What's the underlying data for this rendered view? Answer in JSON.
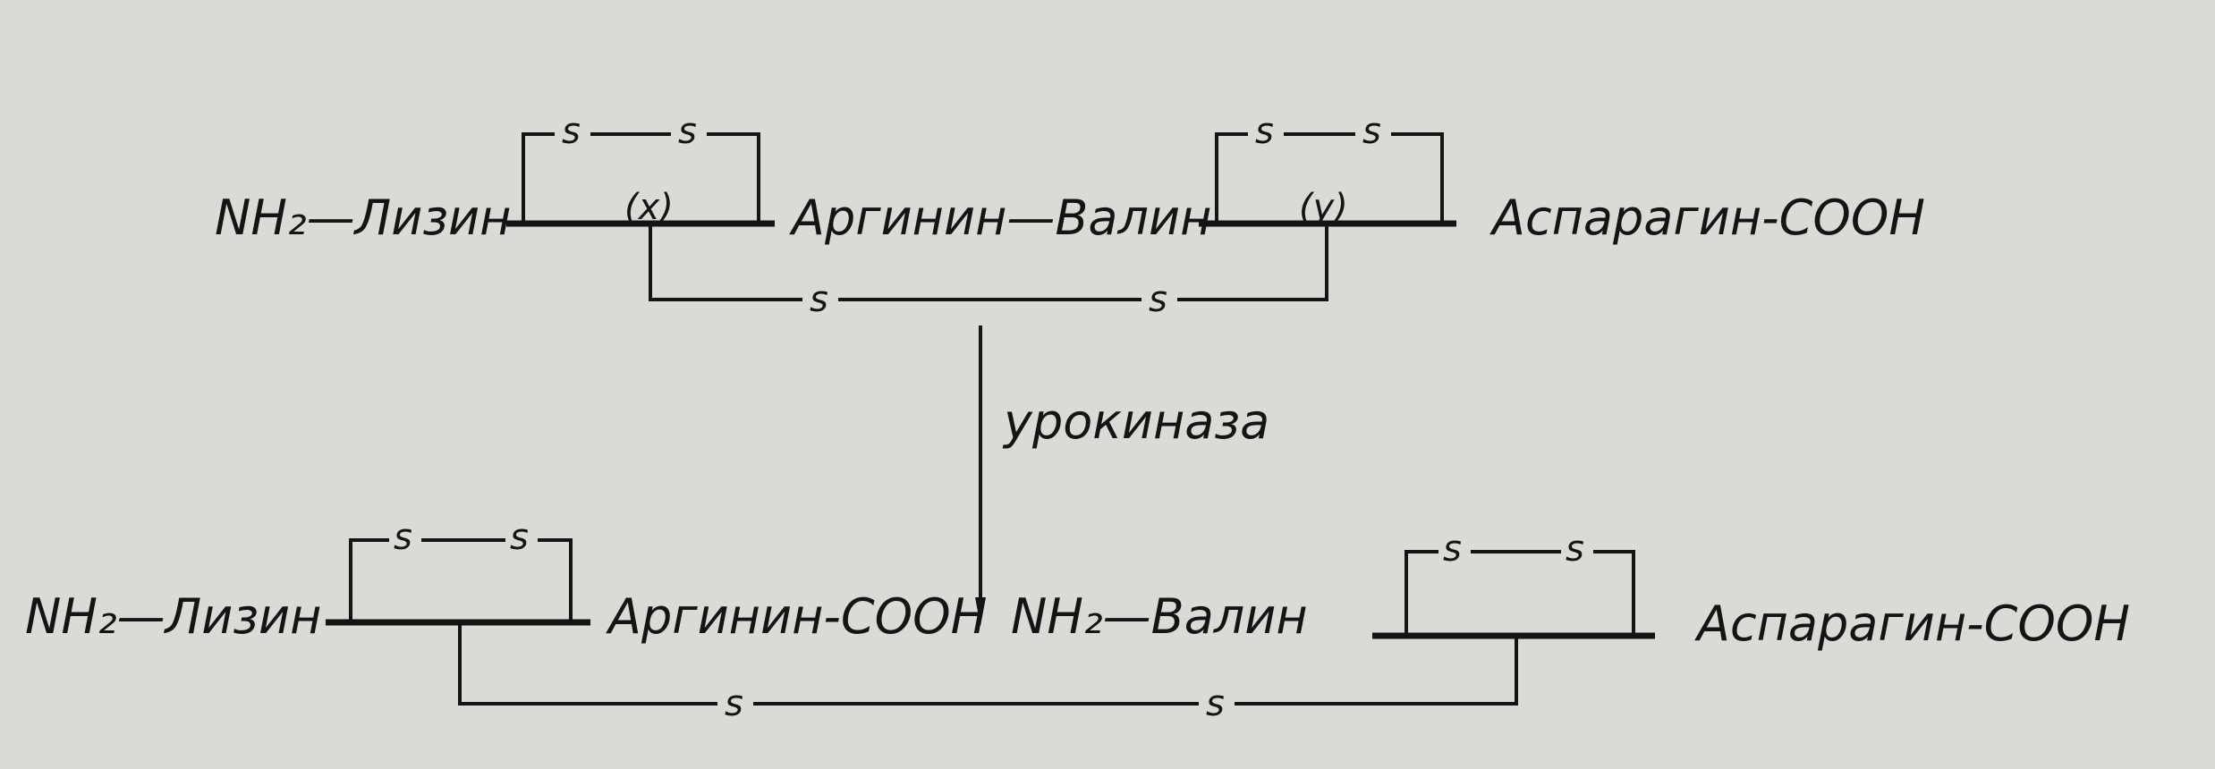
{
  "top_chain": {
    "n_term": "NH₂—Лизин",
    "middle": "Аргинин—Валин",
    "c_term": "Аспарагин-COOH",
    "loop1_s1": "s",
    "loop1_s2": "s",
    "loop1_label": "(x)",
    "loop2_s1": "s",
    "loop2_s2": "s",
    "loop2_label": "(y)",
    "bridge_s1": "s",
    "bridge_s2": "s"
  },
  "arrow": {
    "label": "урокиназа"
  },
  "bottom_chain": {
    "fragment1_n": "NH₂—Лизин",
    "fragment1_c": "Аргинин-COOH",
    "fragment2_n": "NH₂—Валин",
    "fragment2_c": "Аспарагин-COOH",
    "loop1_s1": "s",
    "loop1_s2": "s",
    "loop2_s1": "s",
    "loop2_s2": "s",
    "bridge_s1": "s",
    "bridge_s2": "s"
  }
}
